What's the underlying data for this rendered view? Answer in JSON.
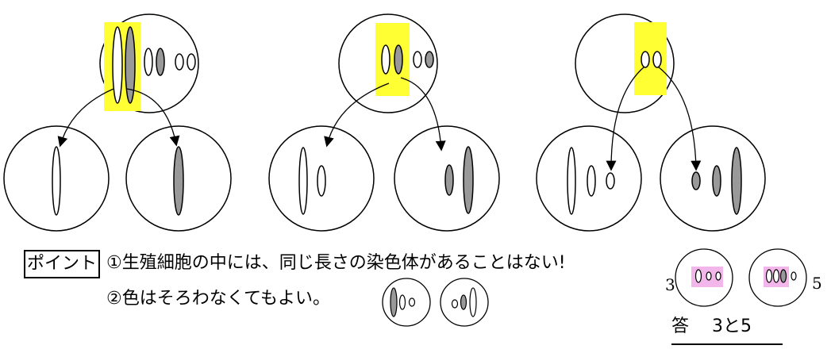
{
  "point": {
    "label": "ポイント",
    "note1": "①生殖細胞の中には、同じ長さの染色体があることはない!",
    "note2": "②色はそろわなくてもよい。"
  },
  "answer": {
    "num3": "3",
    "num5": "5",
    "text": "答　 3と5"
  },
  "colors": {
    "highlight": "#ffff33",
    "answer_highlight": "#f3b6ea",
    "chromosome_fill": "#999999",
    "line": "#000000"
  }
}
